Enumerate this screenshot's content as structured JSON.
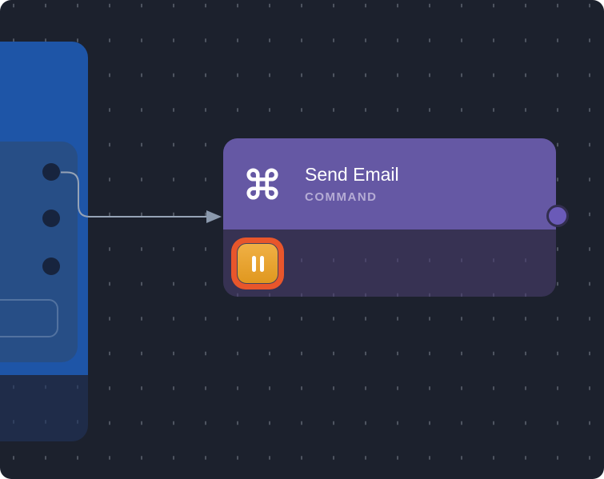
{
  "canvas": {
    "background_color": "#1c212d",
    "grid_dot_color": "#4e5460"
  },
  "edge": {
    "color": "#96a3b6",
    "from": "source-node-port-1",
    "to": "send-email-node-input"
  },
  "nodes": {
    "source": {
      "accent_color": "#1e55a7",
      "panel_color": "#274e86",
      "footer_color": "#1f2c49",
      "port_color": "#17243e",
      "port_count": 3
    },
    "send_email": {
      "title": "Send Email",
      "type_label": "COMMAND",
      "icon": "command-icon",
      "header_color": "#6558a4",
      "body_color": "#373253",
      "output_port_color": "#6a5ab8",
      "status_button": {
        "icon": "pause-icon",
        "button_color_top": "#f0b045",
        "button_color_bottom": "#e0981f",
        "highlight_ring_color": "#e8562b"
      }
    }
  }
}
